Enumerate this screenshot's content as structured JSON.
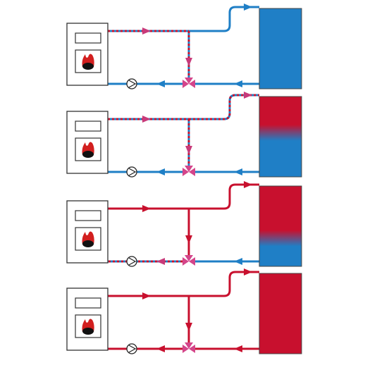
{
  "colors": {
    "hot": "#c8102e",
    "cold": "#1f7fc6",
    "cold_dark": "#1565a8",
    "mixed_pink": "#c83a7a",
    "boiler_outline": "#333333",
    "boiler_fill": "#ffffff",
    "flame": "#d21f1f",
    "valve": "#d4458a",
    "pump_outline": "#222222"
  },
  "stages": [
    {
      "id": "stage-1",
      "supply": "mixed",
      "return": "cold",
      "bypass": "mixed",
      "tank": {
        "top": "cold",
        "mid": "cold",
        "bottom": "cold"
      }
    },
    {
      "id": "stage-2",
      "supply": "mixed",
      "return": "cold",
      "bypass": "mixed",
      "tank": {
        "top": "hot",
        "mid": "cold",
        "bottom": "cold"
      }
    },
    {
      "id": "stage-3",
      "supply": "hot",
      "return": "mixed",
      "bypass": "hot",
      "tank": {
        "top": "hot",
        "mid": "hot",
        "bottom": "cold"
      }
    },
    {
      "id": "stage-4",
      "supply": "hot",
      "return": "hot",
      "bypass": "hot",
      "tank": {
        "top": "hot",
        "mid": "hot",
        "bottom": "hot"
      }
    }
  ]
}
